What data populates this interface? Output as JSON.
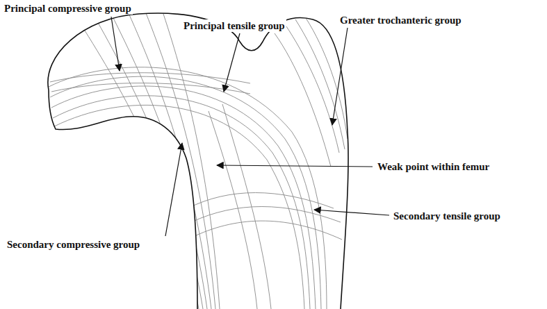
{
  "diagram": {
    "labels": [
      "Principal compressive group",
      "Principal tensile group",
      "Greater trochanteric group",
      "Weak point within femur",
      "Secondary tensile group",
      "Secondary compressive group"
    ]
  }
}
